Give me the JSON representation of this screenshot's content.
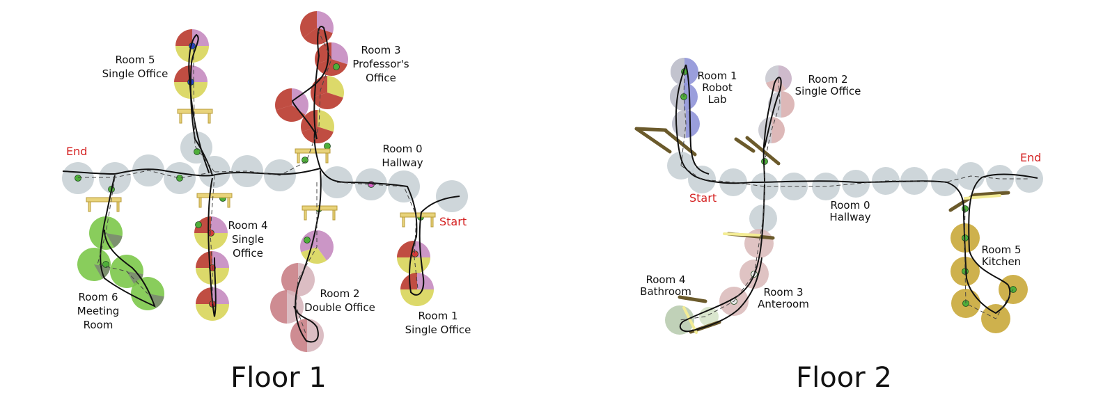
{
  "floors": [
    {
      "caption": "Floor 1",
      "markers": {
        "end": "End",
        "start": "Start"
      },
      "rooms": [
        {
          "id": "r0",
          "lines": [
            "Room 0",
            "Hallway"
          ]
        },
        {
          "id": "r1",
          "lines": [
            "Room 1",
            "Single Office"
          ]
        },
        {
          "id": "r2",
          "lines": [
            "Room 2",
            "Double Office"
          ]
        },
        {
          "id": "r3",
          "lines": [
            "Room 3",
            "Professor's",
            "Office"
          ]
        },
        {
          "id": "r4",
          "lines": [
            "Room 4",
            "Single",
            "Office"
          ]
        },
        {
          "id": "r5",
          "lines": [
            "Room 5",
            "Single Office"
          ]
        },
        {
          "id": "r6",
          "lines": [
            "Room 6",
            "Meeting",
            "Room"
          ]
        }
      ]
    },
    {
      "caption": "Floor 2",
      "markers": {
        "end": "End",
        "start": "Start"
      },
      "rooms": [
        {
          "id": "r0",
          "lines": [
            "Room 0",
            "Hallway"
          ]
        },
        {
          "id": "r1",
          "lines": [
            "Room 1",
            "Robot",
            "Lab"
          ]
        },
        {
          "id": "r2",
          "lines": [
            "Room 2",
            "Single Office"
          ]
        },
        {
          "id": "r3",
          "lines": [
            "Room 3",
            "Anteroom"
          ]
        },
        {
          "id": "r4",
          "lines": [
            "Room 4",
            "Bathroom"
          ]
        },
        {
          "id": "r5",
          "lines": [
            "Room 5",
            "Kitchen"
          ]
        }
      ]
    }
  ],
  "colors": {
    "hallway": "#c9d2d6",
    "office_red": "#b93a2e",
    "office_yellow": "#d8d55a",
    "office_purple": "#c58bc0",
    "meeting_green": "#7cc84a",
    "robot_lab": "#8f93d8",
    "bathroom": "#b9ccb0",
    "anteroom": "#d9b8b8",
    "kitchen": "#c9a93a",
    "path": "#111111",
    "marker": "#d42020"
  }
}
